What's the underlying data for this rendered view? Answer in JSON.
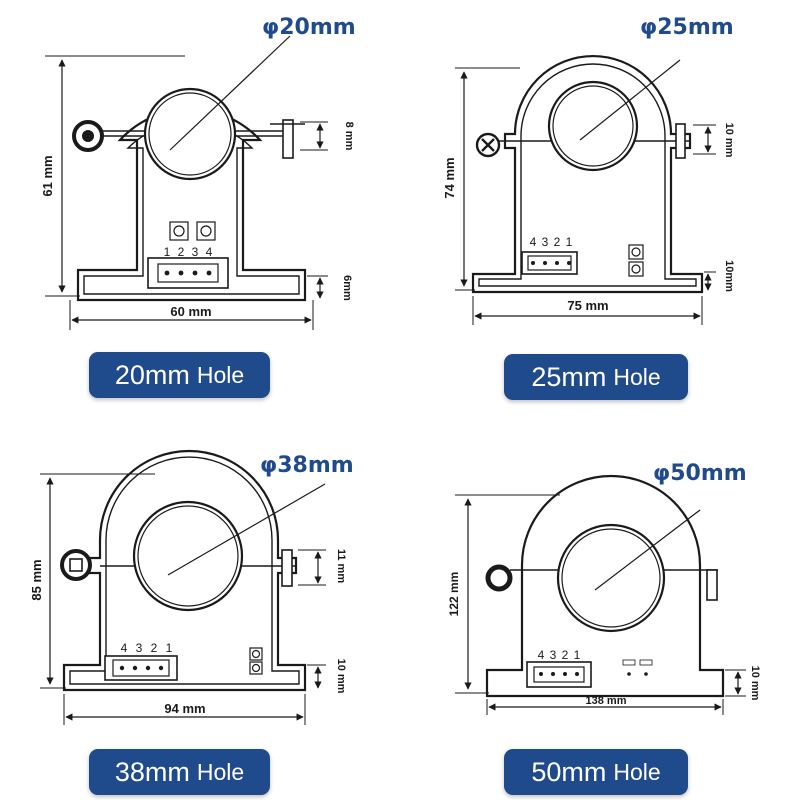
{
  "panels": [
    {
      "diameter": "φ20mm",
      "height": "61 mm",
      "width": "60 mm",
      "slot": "8 mm",
      "base": "6mm",
      "pins": [
        "1",
        "2",
        "3",
        "4"
      ],
      "hole_size": "20mm",
      "hole_word": "Hole"
    },
    {
      "diameter": "φ25mm",
      "height": "74 mm",
      "width": "75 mm",
      "slot": "10 mm",
      "base": "10mm",
      "pins": [
        "4",
        "3",
        "2",
        "1"
      ],
      "hole_size": "25mm",
      "hole_word": "Hole"
    },
    {
      "diameter": "φ38mm",
      "height": "85 mm",
      "width": "94 mm",
      "slot": "11 mm",
      "base": "10 mm",
      "pins": [
        "4",
        "3",
        "2",
        "1"
      ],
      "hole_size": "38mm",
      "hole_word": "Hole"
    },
    {
      "diameter": "φ50mm",
      "height": "122 mm",
      "width": "138 mm",
      "slot": "",
      "base": "10 mm",
      "pins": [
        "4",
        "3",
        "2",
        "1"
      ],
      "hole_size": "50mm",
      "hole_word": "Hole"
    }
  ]
}
